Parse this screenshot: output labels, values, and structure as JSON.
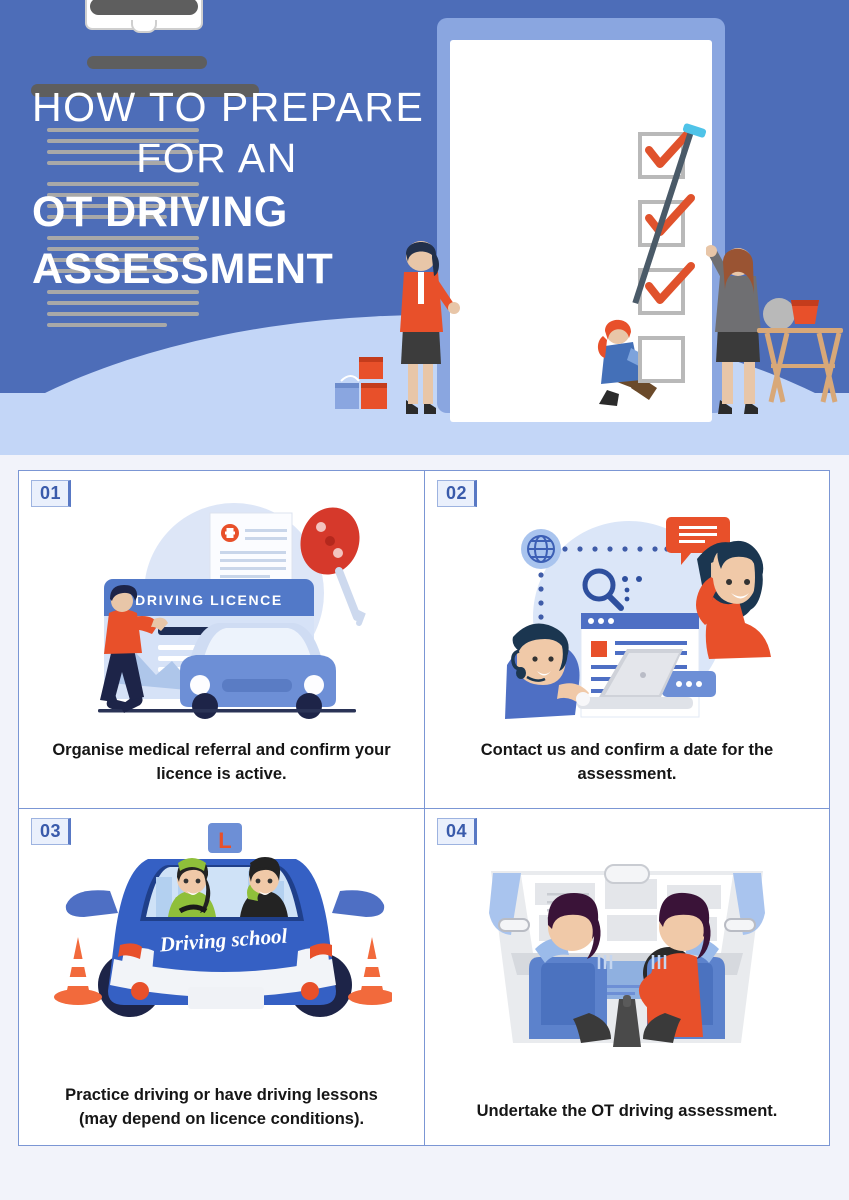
{
  "header": {
    "title_lines": [
      "HOW TO PREPARE",
      "FOR AN"
    ],
    "title_strong_lines": [
      "OT DRIVING",
      "ASSESSMENT"
    ],
    "bg_color": "#4d6db8",
    "ground_color": "#c3d6f7",
    "illustration": "clipboard-checklist-with-people",
    "checkbox_count": 4,
    "checked_count": 3
  },
  "steps": [
    {
      "number": "01",
      "caption": "Organise medical referral and confirm your licence is active.",
      "illustration": "driving-licence-card-with-car-and-key",
      "licence_label": "DRIVING LICENCE"
    },
    {
      "number": "02",
      "caption": "Contact us and confirm a date for the assessment.",
      "illustration": "customer-support-call-centre-online-chat"
    },
    {
      "number": "03",
      "caption": "Practice driving or have driving lessons\n(may depend on licence conditions).",
      "illustration": "driving-school-car-with-learner-plate-and-cones",
      "car_label": "Driving school",
      "learner_plate": "L"
    },
    {
      "number": "04",
      "caption": "Undertake the OT driving assessment.",
      "illustration": "car-interior-driver-and-assessor"
    }
  ],
  "colors": {
    "header_blue": "#4d6db8",
    "light_blue": "#c3d6f7",
    "accent_orange": "#e8502a",
    "badge_text": "#3a5bab",
    "border_blue": "#7b96d4",
    "page_bg": "#f2f3fa",
    "caption_text": "#161616"
  }
}
